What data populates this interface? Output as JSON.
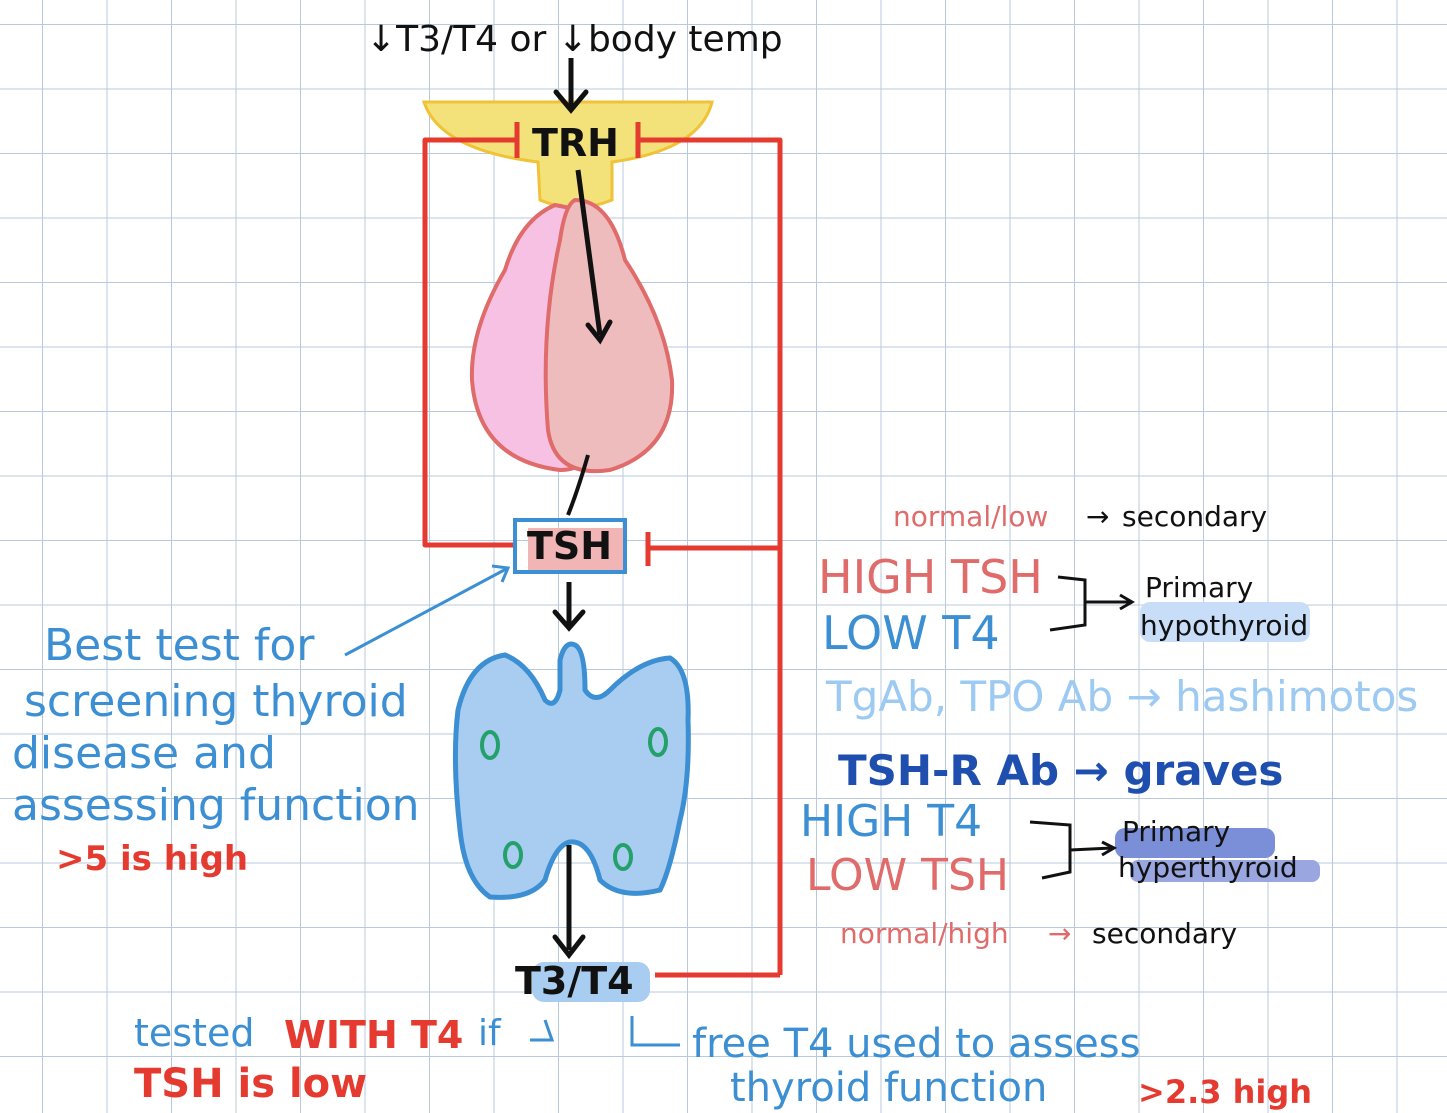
{
  "colors": {
    "red": "#e53a2f",
    "pink": "#e06b6b",
    "blue": "#3b8fd2",
    "light_blue": "#9ccaf2",
    "dark_blue": "#1f4fae",
    "black": "#111111",
    "hypothalamus": "#f3e27a",
    "thyroid_fill": "#a9cdf0",
    "pituitary_front": "#eebcbc",
    "pituitary_back": "#f7c1e3"
  },
  "diagram": {
    "top_trigger": "↓T3/T4 or ↓body temp",
    "trh": "TRH",
    "tsh": "TSH",
    "t3t4": "T3/T4"
  },
  "tsh_note": {
    "line1": "Best test for",
    "line2": "screening thyroid",
    "line3": "disease and",
    "line4": "assessing function",
    "threshold": ">5 is high"
  },
  "bottom_notes": {
    "left_prefix": "tested",
    "left_emph": "WITH T4",
    "left_suffix": "if",
    "left_line2": "TSH is low",
    "right_line1": "free T4 used to assess",
    "right_line2": "thyroid function",
    "right_threshold": ">2.3 high"
  },
  "hypothyroid": {
    "secondary_prefix": "normal/low",
    "secondary_suffix": "secondary",
    "line1": "HIGH TSH",
    "line2": "LOW T4",
    "label1": "Primary",
    "label2": "hypothyroid",
    "antibody": "TgAb, TPO Ab → hashimotos"
  },
  "hyperthyroid": {
    "antibody": "TSH-R Ab → graves",
    "line1": "HIGH T4",
    "line2": "LOW TSH",
    "label1": "Primary",
    "label2": "hyperthyroid",
    "secondary_prefix": "normal/high",
    "secondary_suffix": "secondary"
  }
}
